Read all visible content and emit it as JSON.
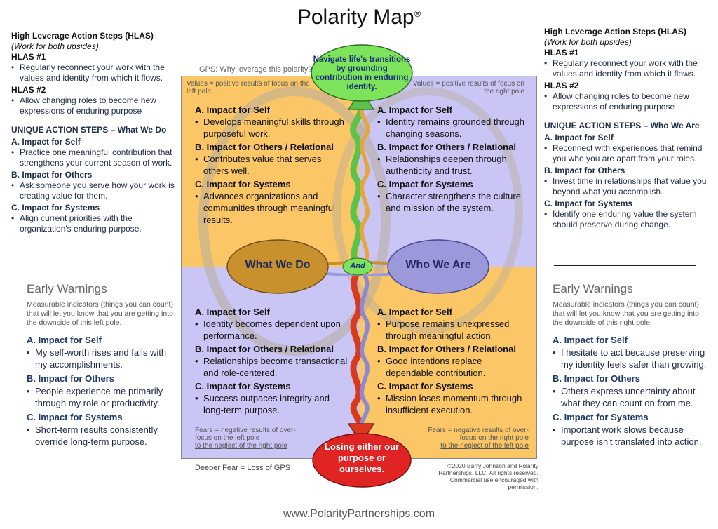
{
  "title": "Polarity Map",
  "title_mark": "®",
  "hlas_left": {
    "heading": "High Leverage Action Steps (HLAS)",
    "subheading": "(Work for both upsides)",
    "hlas1_label": "HLAS #1",
    "hlas1_item": "Regularly reconnect your work with the values and identity from which it flows.",
    "hlas2_label": "HLAS #2",
    "hlas2_item": "Allow changing roles to become new expressions of enduring purpose",
    "unique_heading": "UNIQUE ACTION STEPS – What We Do",
    "a_label": "A. Impact for Self",
    "a_item": "Practice one meaningful contribution that strengthens your current season of work.",
    "b_label": "B. Impact for Others",
    "b_item": "Ask someone you serve how your work is creating value for them.",
    "c_label": "C. Impact for Systems",
    "c_item": "Align current priorities with the organization's enduring purpose."
  },
  "hlas_right": {
    "heading": "High Leverage Action Steps (HLAS)",
    "subheading": "(Work for both upsides)",
    "hlas1_label": "HLAS #1",
    "hlas1_item": "Regularly reconnect your work with the values and identity from which it flows.",
    "hlas2_label": "HLAS #2",
    "hlas2_item": "Allow changing roles to become new expressions of enduring purpose",
    "unique_heading": "UNIQUE ACTION STEPS – Who We Are",
    "a_label": "A. Impact for Self",
    "a_item": "Reconnect with experiences that remind you who you are apart from your roles.",
    "b_label": "B. Impact for Others",
    "b_item": "Invest time in relationships that value you beyond what you accomplish.",
    "c_label": "C. Impact for Systems",
    "c_item": "Identify one enduring value the system should preserve during change."
  },
  "early_left": {
    "title": "Early Warnings",
    "desc": "Measurable indicators (things you can count) that will let you know that you are getting into the downside of this left pole.",
    "a_label": "A. Impact for Self",
    "a_item": "My self-worth rises and falls with my accomplishments.",
    "b_label": "B. Impact for Others",
    "b_item": "People experience me primarily through my role or productivity.",
    "c_label": "C. Impact for Systems",
    "c_item": "Short-term results consistently override long-term purpose."
  },
  "early_right": {
    "title": "Early Warnings",
    "desc": "Measurable indicators (things you can count) that will let you know that you are getting into the downside of this right pole.",
    "a_label": "A. Impact for Self",
    "a_item": "I hesitate to act because preserving my identity feels safer than growing.",
    "b_label": "B. Impact for Others",
    "b_item": "Others express uncertainty about what they can count on from me.",
    "c_label": "C. Impact for Systems",
    "c_item": "Important work slows because purpose isn't translated into action."
  },
  "map": {
    "gps": "GPS: Why leverage this polarity?",
    "gps_oval": "Navigate life's transitions by grounding contribution in enduring identity.",
    "values_left": "Values = positive results of focus on the left pole",
    "values_right": "Values = positive results of focus on the right pole",
    "fears_left_1": "Fears = negative results of over-focus on the left pole",
    "fears_left_2": "to the neglect of the right pole",
    "fears_right_1": "Fears = negative results of over-focus on the right pole",
    "fears_right_2": "to the neglect of the left pole",
    "left_pole": "What We Do",
    "right_pole": "Who We Are",
    "and": "And",
    "deeper_oval": "Losing either our purpose or ourselves.",
    "deeper_fear": "Deeper Fear = Loss of GPS",
    "copyright": "©2020 Barry Johnson and Polarity Partnerships, LLC. All rights reserved. Commercial use encouraged with permission.",
    "tl": {
      "a_label": "A. Impact for Self",
      "a_item": "Develops meaningful skills through purposeful work.",
      "b_label": "B. Impact for Others / Relational",
      "b_item": "Contributes value that serves others well.",
      "c_label": "C. Impact for Systems",
      "c_item": "Advances organizations and communities through meaningful results."
    },
    "tr": {
      "a_label": "A. Impact for Self",
      "a_item": "Identity remains grounded through changing seasons.",
      "b_label": "B. Impact for Others / Relational",
      "b_item": "Relationships deepen through authenticity and trust.",
      "c_label": "C. Impact for Systems",
      "c_item": "Character strengthens the culture and mission of the system."
    },
    "bl": {
      "a_label": "A. Impact for Self",
      "a_item": "Identity becomes dependent upon performance.",
      "b_label": "B. Impact for Others / Relational",
      "b_item": "Relationships become transactional and role-centered.",
      "c_label": "C. Impact for Systems",
      "c_item": "Success outpaces integrity and long-term purpose."
    },
    "br": {
      "a_label": "A. Impact for Self",
      "a_item": "Purpose remains unexpressed through meaningful action.",
      "b_label": "B. Impact for Others / Relational",
      "b_item": "Good intentions replace dependable contribution.",
      "c_label": "C. Impact for Systems",
      "c_item": "Mission loses momentum through insufficient execution."
    }
  },
  "website": "www.PolarityPartnerships.com",
  "colors": {
    "upside_left": "#fbc766",
    "upside_right": "#c9c6f6",
    "left_pole": "#c8912e",
    "right_pole": "#9b98dc",
    "gps_oval": "#7ce35a",
    "fear_oval": "#e02424",
    "arrow_up": "#5cc24a",
    "arrow_down": "#d93a1e"
  }
}
